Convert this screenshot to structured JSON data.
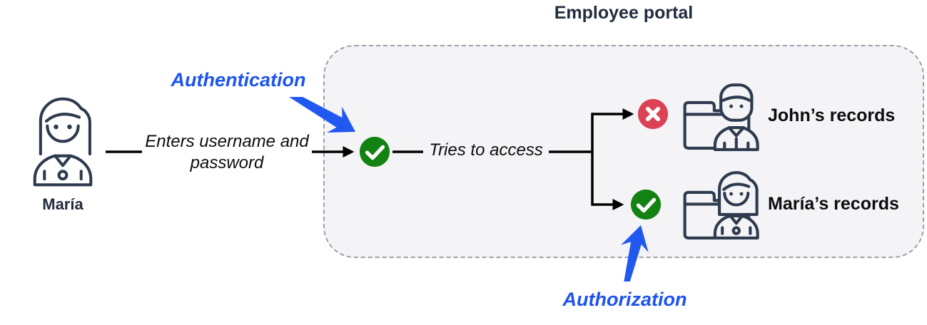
{
  "diagram": {
    "title": "Employee portal",
    "actor": {
      "name": "María",
      "action": "Enters username and password",
      "icon": "woman-user-icon"
    },
    "labels": {
      "authentication": "Authentication",
      "authorization": "Authorization",
      "tries_to_access": "Tries to access"
    },
    "records": [
      {
        "label": "John’s records",
        "access": "denied",
        "status_icon": "cross-circle",
        "owner_icon": "folder-man-icon"
      },
      {
        "label": "María’s records",
        "access": "granted",
        "status_icon": "check-circle",
        "owner_icon": "folder-woman-icon"
      }
    ],
    "auth_check_icon": "check-circle",
    "colors": {
      "accent_blue": "#1d53ee",
      "arrow_blue": "#2058f0",
      "allow_green": "#128212",
      "deny_red": "#dc4156",
      "ink_dark": "#222c3e",
      "ink_black": "#0d0d0d",
      "icon_stroke": "#2e3a4e",
      "portal_fill": "#f4f4f7",
      "portal_border": "#9aa1a9",
      "line_black": "#000000"
    }
  }
}
